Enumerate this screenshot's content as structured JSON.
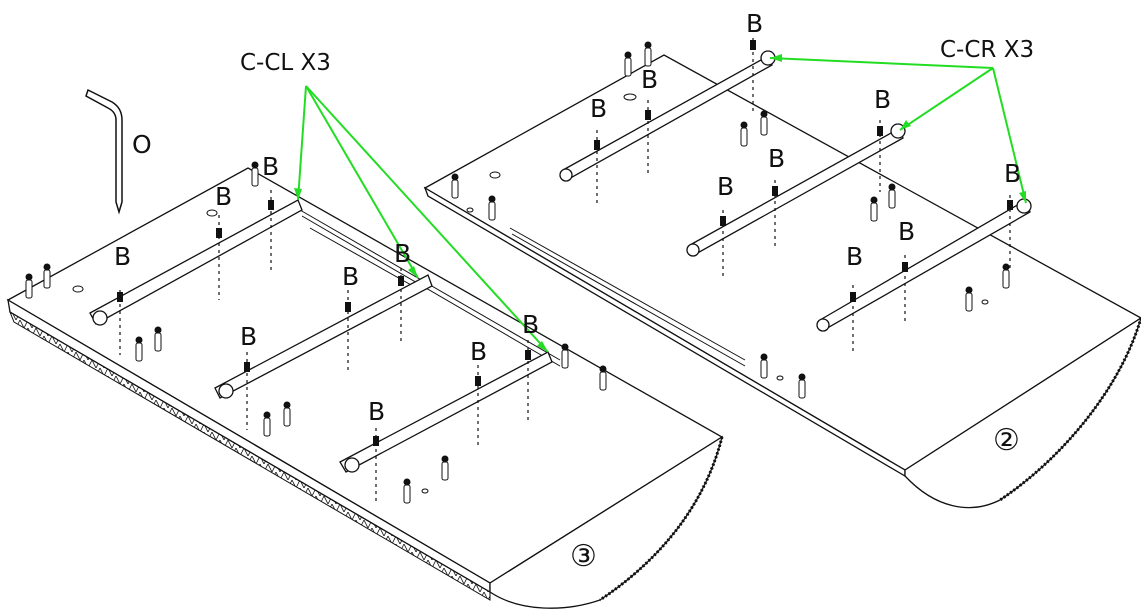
{
  "callouts": {
    "left": "C-CL X3",
    "right": "C-CR X3"
  },
  "tool_label": "O",
  "screw_label": "B",
  "steps": {
    "left_panel": "③",
    "right_panel": "②"
  },
  "colors": {
    "leader": "#22dd22",
    "line": "#111111"
  },
  "icons": {
    "tool": "hex-key-icon",
    "screw": "screw-icon",
    "dowel": "dowel-icon"
  }
}
